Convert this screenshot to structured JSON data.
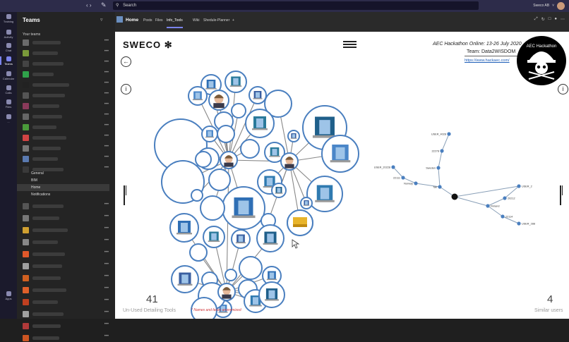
{
  "topbar": {
    "search_placeholder": "Search",
    "user_name": "Sweco AB"
  },
  "rail": [
    {
      "label": "Training",
      "icon": "office-icon",
      "active": false
    },
    {
      "label": "Activity",
      "icon": "bell-icon",
      "active": false
    },
    {
      "label": "Chat",
      "icon": "chat-icon",
      "active": false
    },
    {
      "label": "Teams",
      "icon": "teams-icon",
      "active": true
    },
    {
      "label": "Calendar",
      "icon": "calendar-icon",
      "active": false
    },
    {
      "label": "Calls",
      "icon": "phone-icon",
      "active": false
    },
    {
      "label": "Files",
      "icon": "file-icon",
      "active": false
    },
    {
      "label": "...",
      "icon": "more-icon",
      "active": false
    },
    {
      "label": "Apps",
      "icon": "apps-icon",
      "active": false
    }
  ],
  "sidebar": {
    "title": "Teams",
    "your_teams_label": "Your teams",
    "team_colors": [
      "#6b6b6b",
      "#7a9a3a",
      "#444444",
      "#2fa24a",
      "#222222",
      "#555555",
      "#8a3a5a",
      "#666666",
      "#4a9a3a",
      "#d04444",
      "#777777",
      "#5a7ab0",
      "#3a3a3a"
    ],
    "channels": [
      "General",
      "BIM",
      "Home",
      "Notifications"
    ],
    "selected_channel": "Home",
    "team_colors_lower": [
      "#555555",
      "#777777",
      "#d0a030",
      "#888888",
      "#e0582a",
      "#a0a0a0",
      "#d06020",
      "#e0602a",
      "#c04020",
      "#a0a0a0",
      "#b03a3a",
      "#cc5522"
    ],
    "join_label": "Apps"
  },
  "header": {
    "team_name": "Home",
    "tabs": [
      "Posts",
      "Files",
      "Info_Tools",
      "Wiki",
      "Shedule-Planner",
      "+"
    ],
    "active_tab": "Info_Tools"
  },
  "content": {
    "brand": "SWECO",
    "event_line": "AEC Hackathon Online: 13-26 July 2020",
    "team_line": "Team: Data2WISDOM",
    "url": "https://www.hackaec.com/",
    "badge_text": "AEC Hackathon",
    "left_count": "41",
    "left_label": "Un-Used Detailing Tools",
    "right_count": "4",
    "right_label": "Similar users",
    "anonymized_note": "* Names and faces anonymized"
  },
  "graph": {
    "node_labels": [
      "USER_4028",
      "22278",
      "Sweden",
      "USER_20228",
      "22111",
      "Norway",
      "Tak",
      "USER_2",
      "20212",
      "Finland",
      "22114",
      "USER_288"
    ]
  }
}
